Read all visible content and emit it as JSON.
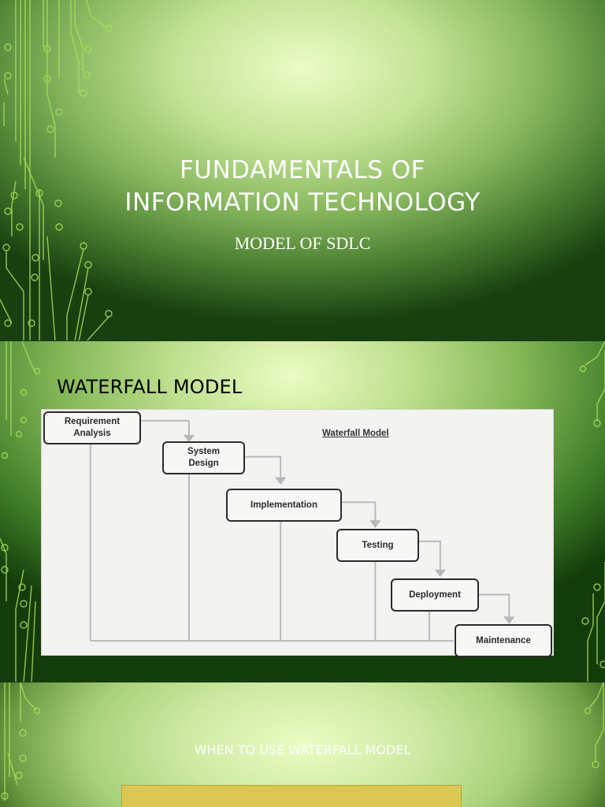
{
  "slides": [
    {
      "title_line1": "FUNDAMENTALS OF",
      "title_line2": "INFORMATION TECHNOLOGY",
      "subtitle": "MODEL OF SDLC"
    },
    {
      "title": "WATERFALL MODEL",
      "diagram": {
        "caption": "Waterfall Model",
        "steps": [
          {
            "line1": "Requirement",
            "line2": "Analysis"
          },
          {
            "line1": "System",
            "line2": "Design"
          },
          {
            "line1": "Implementation",
            "line2": ""
          },
          {
            "line1": "Testing",
            "line2": ""
          },
          {
            "line1": "Deployment",
            "line2": ""
          },
          {
            "line1": "Maintenance",
            "line2": ""
          }
        ]
      }
    },
    {
      "title": "WHEN TO USE WATERFALL MODEL"
    }
  ],
  "colors": {
    "circuit_line": "#a9e05a",
    "content_box": "#dcc752"
  },
  "decorations": {
    "left_circuit": "circuit-board-icon",
    "right_circuit": "circuit-board-icon"
  }
}
